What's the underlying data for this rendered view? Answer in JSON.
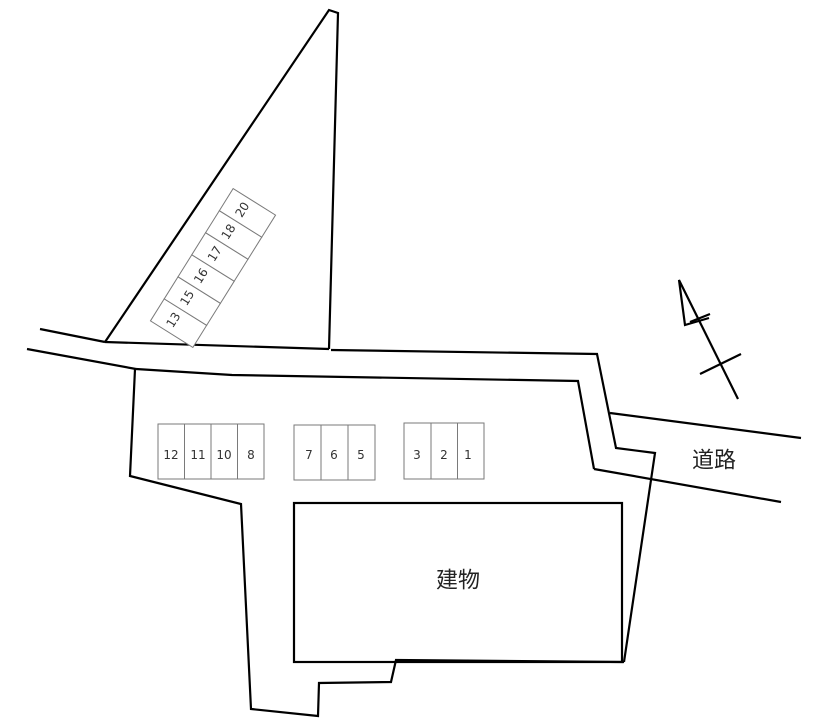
{
  "labels": {
    "building": "建物",
    "road": "道路"
  },
  "north_arrow": {
    "icon": "north-arrow-icon"
  },
  "colors": {
    "line": "#000000",
    "slot_border": "#7a7a7a",
    "text": "#333333",
    "background": "#ffffff"
  },
  "parking": {
    "row_west": [
      "12",
      "11",
      "10",
      "8"
    ],
    "row_center": [
      "7",
      "6",
      "5"
    ],
    "row_east": [
      "3",
      "2",
      "1"
    ],
    "row_diagonal": [
      "13",
      "15",
      "16",
      "17",
      "18",
      "20"
    ]
  }
}
